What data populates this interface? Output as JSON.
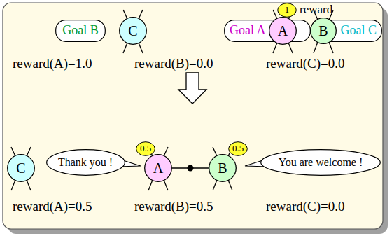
{
  "diagram": {
    "nodes": [
      {
        "text": [
          "1"
        ]
      },
      {
        "text": [
          "Goal B"
        ]
      },
      {
        "text": [
          "C"
        ]
      },
      {
        "text": [
          "Goal A"
        ]
      },
      {
        "text": [
          "A"
        ]
      },
      {
        "text": [
          "B"
        ]
      },
      {
        "text": [
          "Goal C"
        ]
      },
      {
        "text": [
          "C"
        ]
      },
      {
        "text": [
          "Thank you !"
        ]
      },
      {
        "text": [
          "0.5"
        ]
      },
      {
        "text": [
          "A"
        ]
      },
      {
        "text": [
          "0.5"
        ]
      },
      {
        "text": [
          "B"
        ]
      },
      {
        "text": [
          "You are welcome !"
        ]
      }
    ],
    "edges": [
      {
        "from": 10,
        "to": 12,
        "arrow": "none"
      }
    ],
    "labels": [
      "reward",
      "reward(A)=1.0",
      "reward(B)=0.0",
      "reward(C)=0.0",
      "reward(A)=0.5",
      "reward(B)=0.5",
      "reward(C)=0.0"
    ]
  }
}
